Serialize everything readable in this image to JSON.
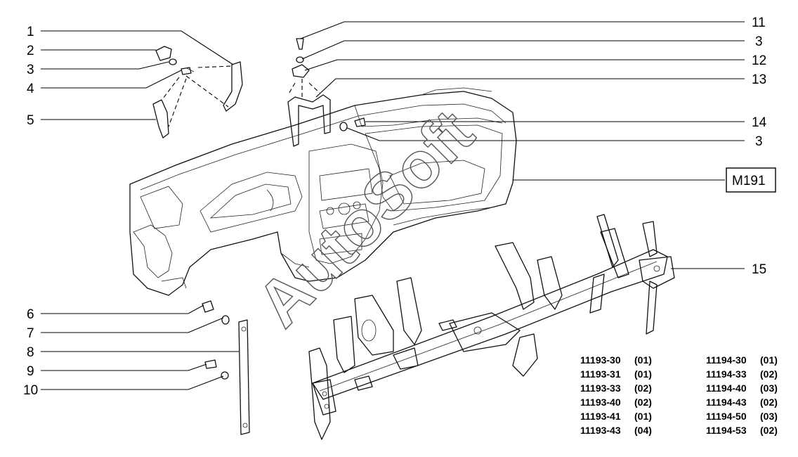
{
  "callouts": {
    "c1": "1",
    "c2": "2",
    "c3a": "3",
    "c4": "4",
    "c5": "5",
    "c6": "6",
    "c7": "7",
    "c8": "8",
    "c9": "9",
    "c10": "10",
    "c11": "11",
    "c3b": "3",
    "c12": "12",
    "c13": "13",
    "c14": "14",
    "c3c": "3",
    "c15": "15"
  },
  "reference_box": "M191",
  "watermark": "AutoSoft",
  "applicability": {
    "left": [
      {
        "code": "11193-30",
        "qty": "(01)"
      },
      {
        "code": "11193-31",
        "qty": "(01)"
      },
      {
        "code": "11193-33",
        "qty": "(02)"
      },
      {
        "code": "11193-40",
        "qty": "(02)"
      },
      {
        "code": "11193-41",
        "qty": "(01)"
      },
      {
        "code": "11193-43",
        "qty": "(04)"
      }
    ],
    "right": [
      {
        "code": "11194-30",
        "qty": "(01)"
      },
      {
        "code": "11194-33",
        "qty": "(02)"
      },
      {
        "code": "11194-40",
        "qty": "(03)"
      },
      {
        "code": "11194-43",
        "qty": "(02)"
      },
      {
        "code": "11194-50",
        "qty": "(03)"
      },
      {
        "code": "11194-53",
        "qty": "(02)"
      }
    ]
  }
}
